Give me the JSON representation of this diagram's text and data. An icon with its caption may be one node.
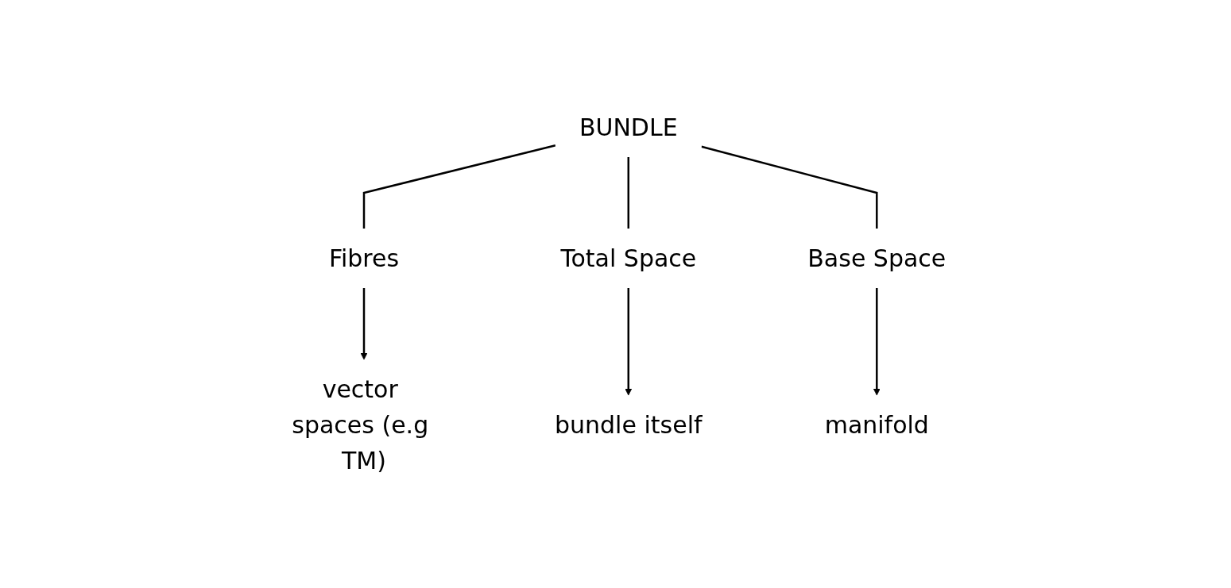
{
  "diagram": {
    "nodes": [
      {
        "text": [
          "BUNDLE"
        ]
      },
      {
        "text": [
          "Fibres"
        ]
      },
      {
        "text": [
          "Total Space"
        ]
      },
      {
        "text": [
          "Base Space"
        ]
      },
      {
        "text": [
          "vector spaces (e.g TM)"
        ]
      },
      {
        "text": [
          "bundle itself"
        ]
      },
      {
        "text": [
          "manifold"
        ]
      }
    ],
    "edges": [
      {
        "from": 0,
        "to": 1,
        "arrow": "none"
      },
      {
        "from": 0,
        "to": 2,
        "arrow": "none"
      },
      {
        "from": 0,
        "to": 3,
        "arrow": "none"
      },
      {
        "from": 1,
        "to": 4,
        "arrow": "to"
      },
      {
        "from": 2,
        "to": 5,
        "arrow": "to"
      },
      {
        "from": 3,
        "to": 6,
        "arrow": "to"
      }
    ]
  }
}
